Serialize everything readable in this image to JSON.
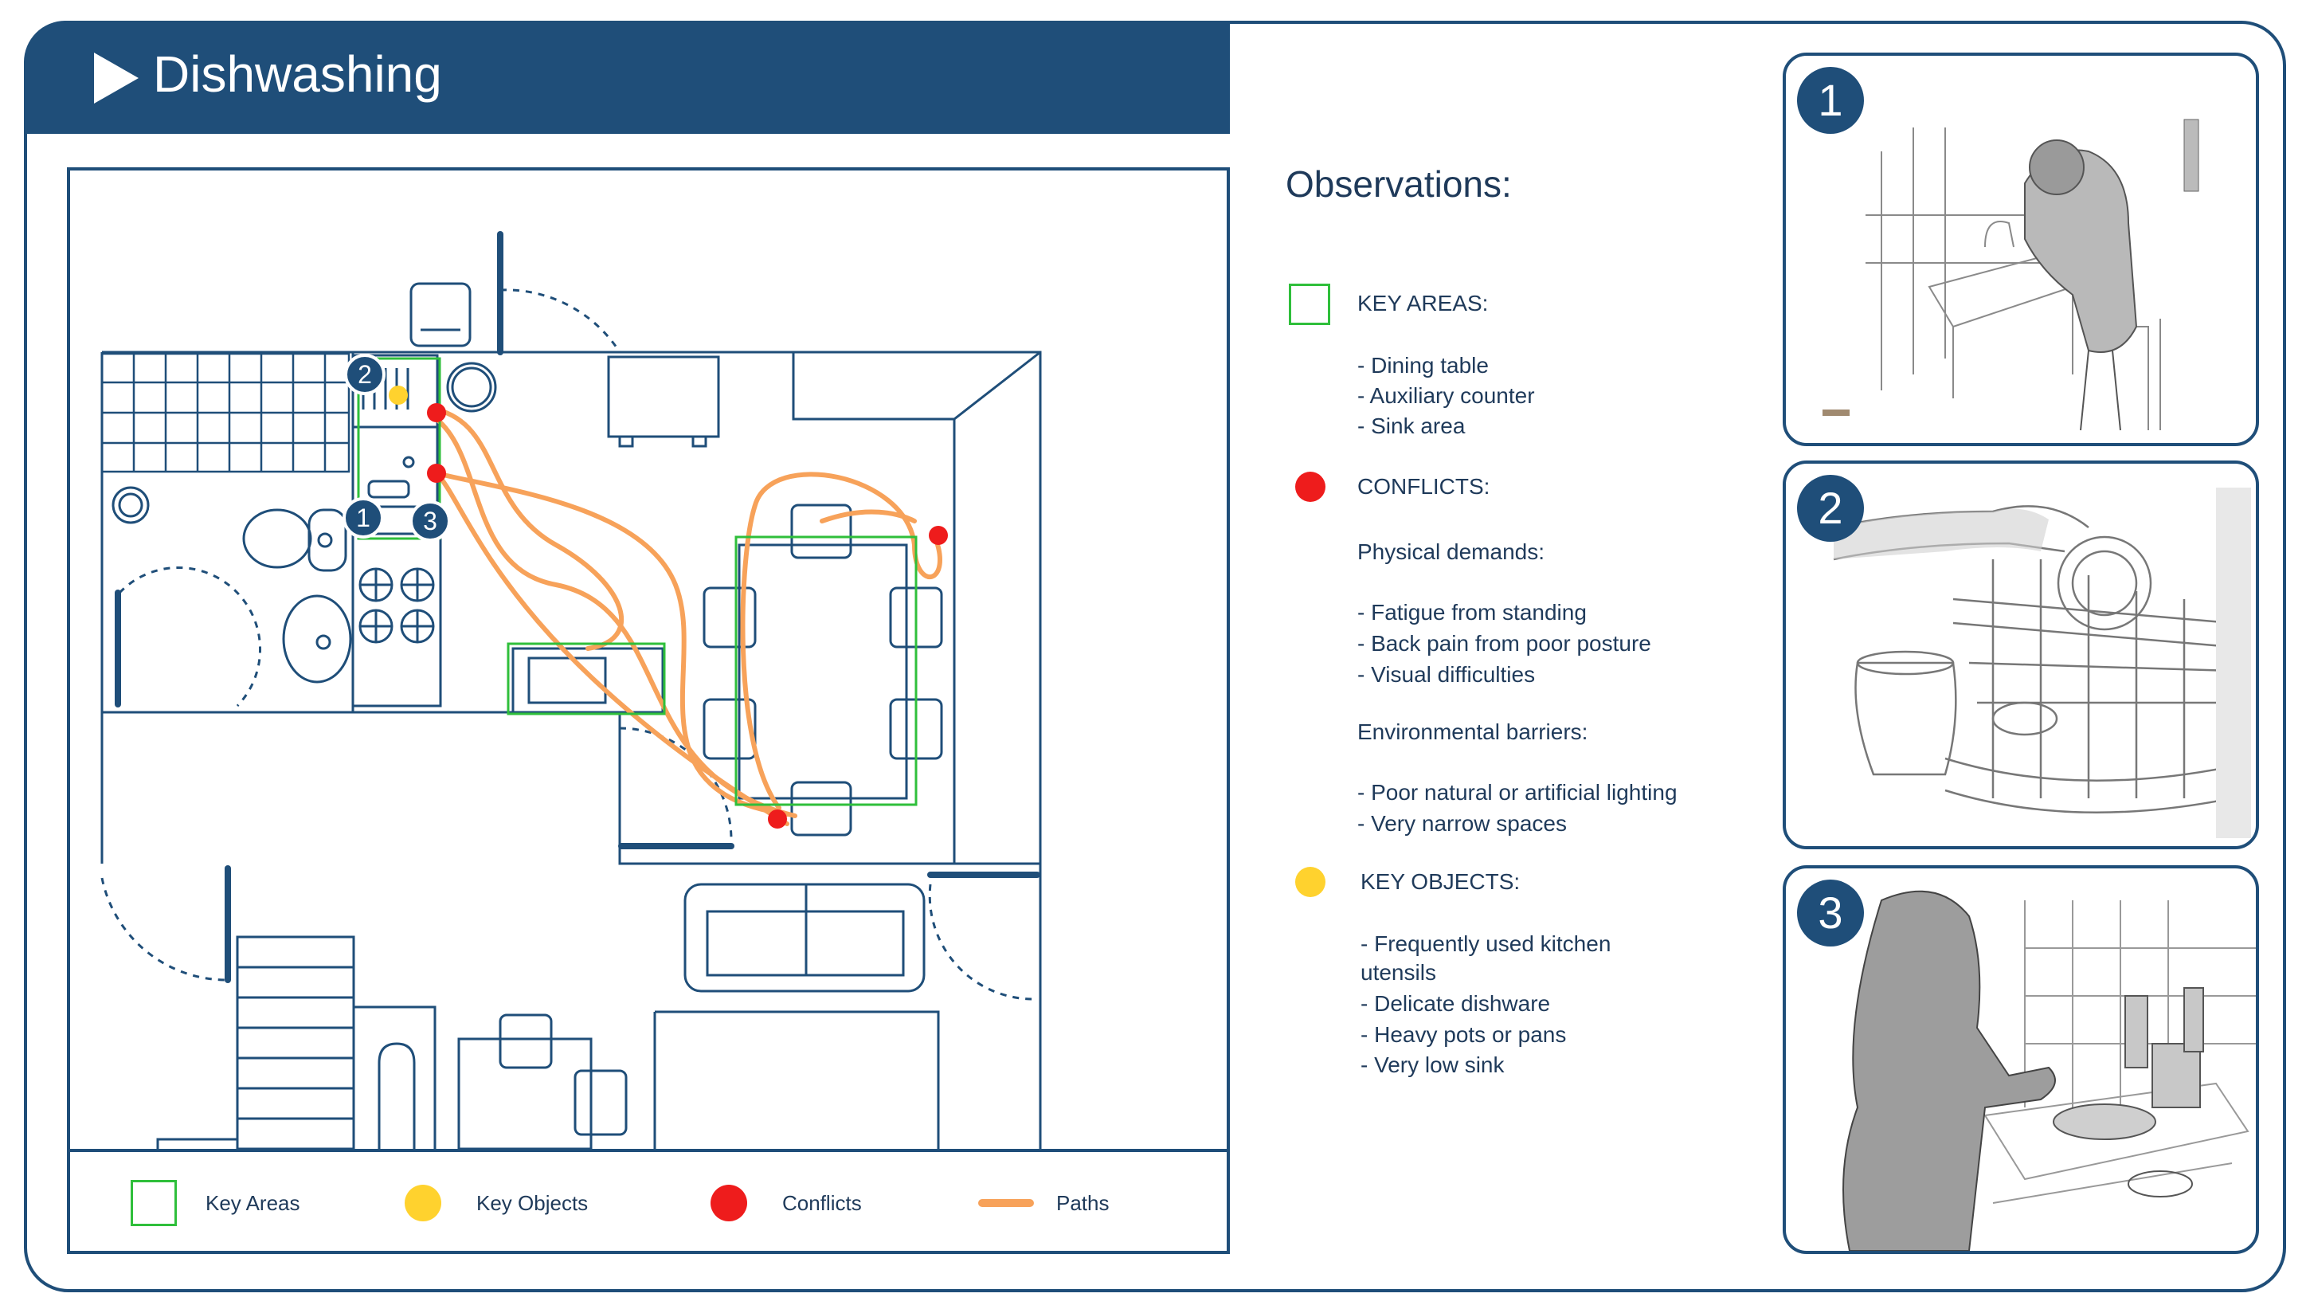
{
  "header": {
    "title": "Dishwashing",
    "play_icon": "play-triangle-icon"
  },
  "plan": {
    "markers": [
      "1",
      "2",
      "3"
    ]
  },
  "legend": {
    "key_areas": "Key Areas",
    "key_objects": "Key Objects",
    "conflicts": "Conflicts",
    "paths": "Paths"
  },
  "observations": {
    "title": "Observations:",
    "key_areas_heading": "KEY AREAS:",
    "key_areas": [
      "- Dining table",
      "- Auxiliary counter",
      "- Sink area"
    ],
    "conflicts_heading": "CONFLICTS:",
    "physical_heading": "Physical demands:",
    "physical": [
      "- Fatigue from standing",
      "- Back pain from poor posture",
      "- Visual difficulties"
    ],
    "environmental_heading": "Environmental barriers:",
    "environmental": [
      "- Poor natural or artificial lighting",
      "- Very narrow spaces"
    ],
    "key_objects_heading": "KEY OBJECTS:",
    "key_objects": [
      "- Frequently used kitchen",
      "utensils",
      "- Delicate dishware",
      "- Heavy pots or pans",
      "- Very low sink"
    ]
  },
  "photos": [
    {
      "number": "1"
    },
    {
      "number": "2"
    },
    {
      "number": "3"
    }
  ],
  "colors": {
    "navy": "#1f4e79",
    "key_area_green": "#2fbf3b",
    "key_object_yellow": "#ffd22e",
    "conflict_red": "#ee1c1c",
    "path_orange": "#f7a25a"
  }
}
